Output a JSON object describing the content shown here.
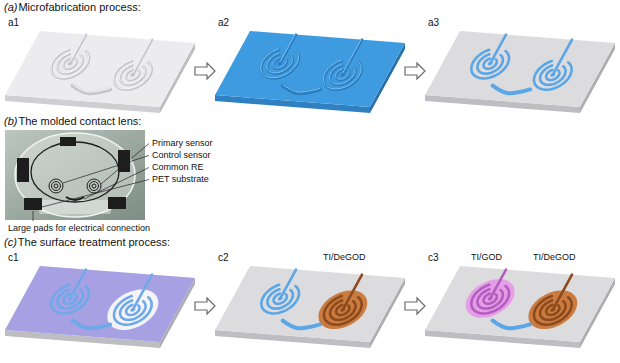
{
  "diagram": {
    "nodes": [
      {
        "text": [
          "a1"
        ]
      },
      {
        "text": [
          "a2"
        ]
      },
      {
        "text": [
          "a3"
        ]
      },
      {
        "text": [
          "c1"
        ]
      },
      {
        "text": [
          "c2",
          "TI/DeGOD"
        ]
      },
      {
        "text": [
          "c3",
          "TI/GOD",
          "TI/DeGOD"
        ]
      }
    ],
    "edges": [
      {
        "from": 0,
        "to": 1,
        "arrow": "to"
      },
      {
        "from": 1,
        "to": 2,
        "arrow": "to"
      },
      {
        "from": 3,
        "to": 4,
        "arrow": "to"
      },
      {
        "from": 4,
        "to": 5,
        "arrow": "to"
      }
    ],
    "labels": [
      "(a)",
      "Microfabrication process:",
      "(b)",
      "The molded contact lens:",
      "(c)",
      "The surface treatment process:",
      "Primary sensor",
      "Control sensor",
      "Common RE",
      "PET substrate",
      "Large pads for electrical connection"
    ]
  }
}
